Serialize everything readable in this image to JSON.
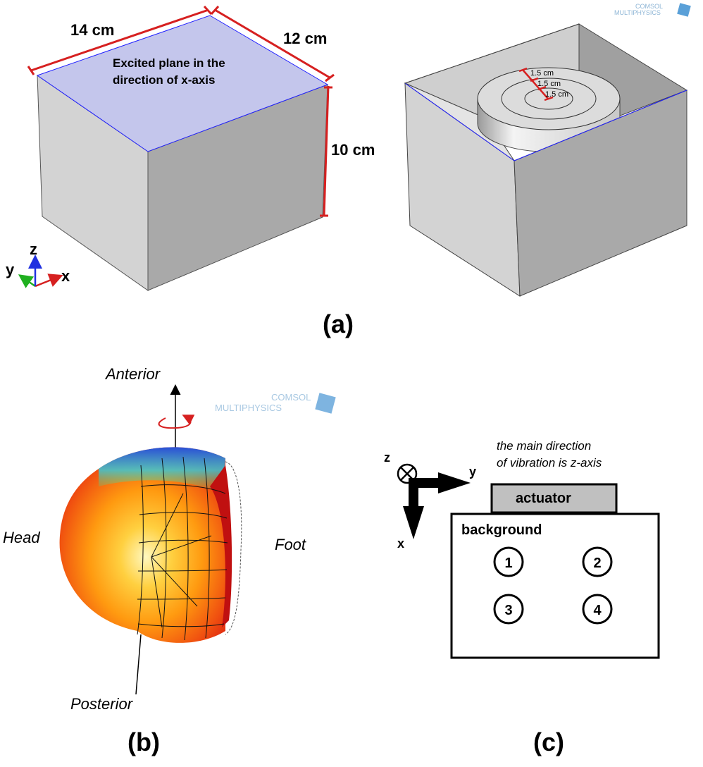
{
  "watermark": {
    "line1": "COMSOL",
    "line2": "MULTIPHYSICS"
  },
  "panel_a": {
    "caption": "(a)",
    "dim_length": "14 cm",
    "dim_width": "12 cm",
    "dim_height": "10 cm",
    "excited_line1": "Excited plane in the",
    "excited_line2": "direction of x-axis",
    "axes": {
      "x": "x",
      "y": "y",
      "z": "z"
    },
    "ring_labels": [
      "1.5 cm",
      "1.5 cm",
      "1.5 cm"
    ],
    "colors": {
      "box_front": "#d3d3d3",
      "box_side": "#a9a9a9",
      "top_plane": "#c4c6ec",
      "edge": "#2020ff",
      "dimension": "#d62020"
    }
  },
  "panel_b": {
    "caption": "(b)",
    "label_anterior": "Anterior",
    "label_posterior": "Posterior",
    "label_head": "Head",
    "label_foot": "Foot"
  },
  "panel_c": {
    "caption": "(c)",
    "note_line1": "the main direction",
    "note_line2": "of vibration is z-axis",
    "axis_z": "z",
    "axis_y": "y",
    "axis_x": "x",
    "actuator": "actuator",
    "background": "background",
    "circles": [
      "1",
      "2",
      "3",
      "4"
    ]
  }
}
